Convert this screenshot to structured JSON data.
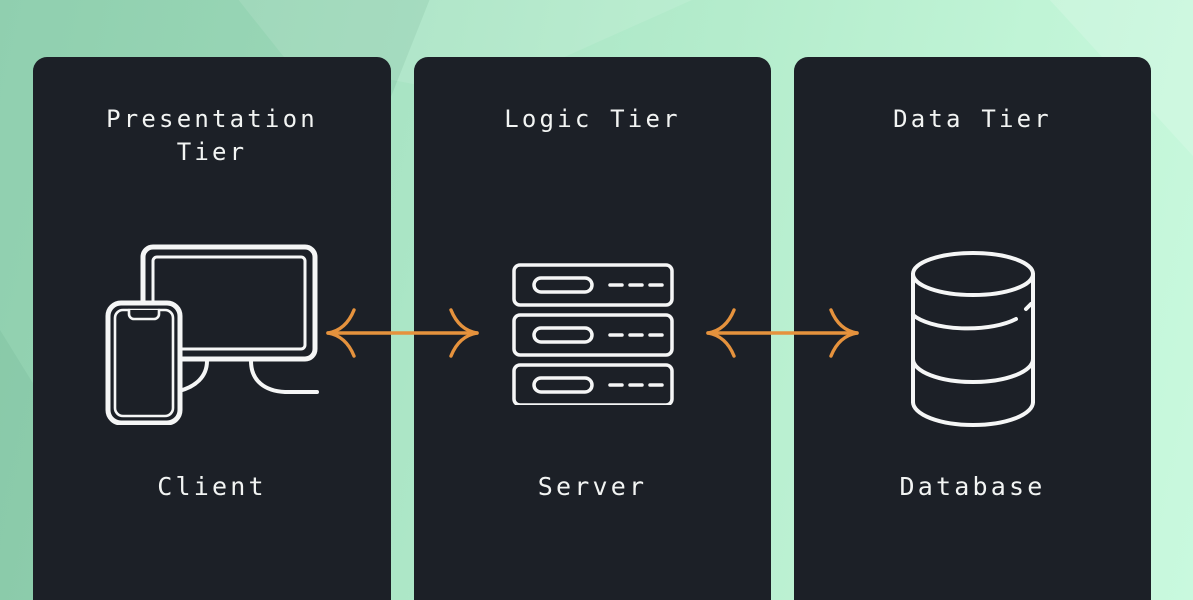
{
  "diagram": {
    "name": "three-tier-architecture",
    "panels": [
      {
        "id": "presentation",
        "title": "Presentation\nTier",
        "label": "Client",
        "icon": "client-devices-icon"
      },
      {
        "id": "logic",
        "title": "Logic Tier",
        "label": "Server",
        "icon": "server-stack-icon"
      },
      {
        "id": "data",
        "title": "Data Tier",
        "label": "Database",
        "icon": "database-cylinder-icon"
      }
    ],
    "arrows": [
      {
        "name": "client-server-arrow",
        "direction": "bidirectional"
      },
      {
        "name": "server-database-arrow",
        "direction": "bidirectional"
      }
    ]
  },
  "colors": {
    "panel": "#1c2027",
    "text": "#f2f4f3",
    "arrow": "#e5923d",
    "icon-stroke": "#f5f6f6",
    "bg-start": "#9cdbba",
    "bg-end": "#c9f9de"
  }
}
